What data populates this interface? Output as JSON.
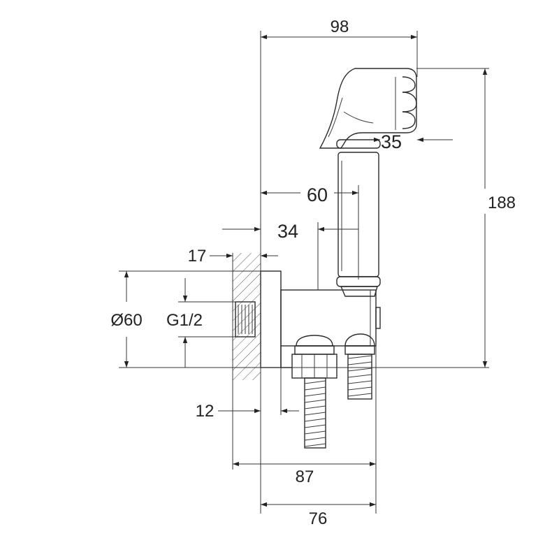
{
  "dimensions": {
    "width_overall": "98",
    "height_overall": "188",
    "nozzle_head": "35",
    "handle_offset": "60",
    "outlet_offset": "34",
    "wall_depth": "17",
    "flange_diameter": "Ø60",
    "thread_size": "G1/2",
    "valve_offset": "12",
    "body_depth_87": "87",
    "body_depth_76": "76"
  },
  "colors": {
    "line": "#2b2b2b",
    "background": "#ffffff"
  }
}
